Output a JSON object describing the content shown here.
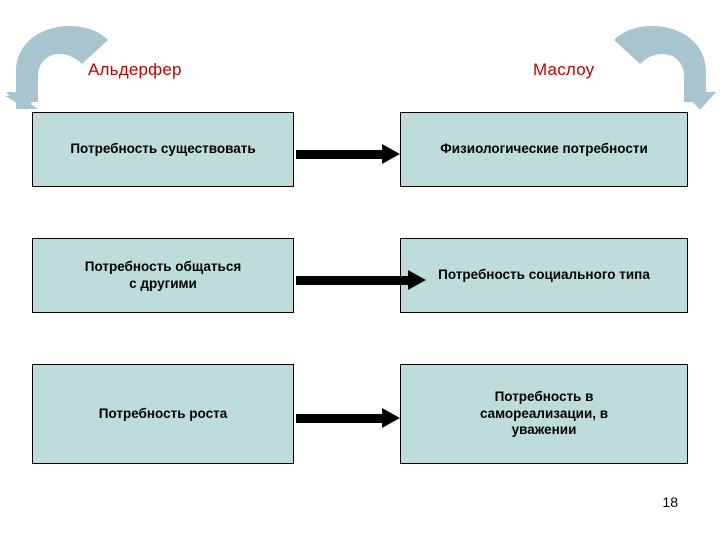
{
  "slide": {
    "page_number": "18",
    "columns": {
      "left_title": "Альдерфер",
      "right_title": "Маслоу"
    },
    "left_boxes": [
      {
        "label": "Потребность существовать"
      },
      {
        "label": "Потребность общаться\nс другими"
      },
      {
        "label": "Потребность роста"
      }
    ],
    "right_boxes": [
      {
        "label": "Физиологические потребности"
      },
      {
        "label": "Потребность социального типа"
      },
      {
        "label": "Потребность в\nсамореализации, в\nуважении"
      }
    ],
    "arrows": [
      {
        "name": "arrow-existence-to-physiological"
      },
      {
        "name": "arrow-relatedness-to-social"
      },
      {
        "name": "arrow-growth-to-selfactualization"
      }
    ],
    "decorations": {
      "left_arc": "curved-arrow-left",
      "right_arc": "curved-arrow-right"
    },
    "colors": {
      "box_fill": "#bfdcdc",
      "box_border": "#000000",
      "title_text": "#c00000",
      "arrow": "#000000",
      "arc": "#a8c4cf"
    }
  }
}
